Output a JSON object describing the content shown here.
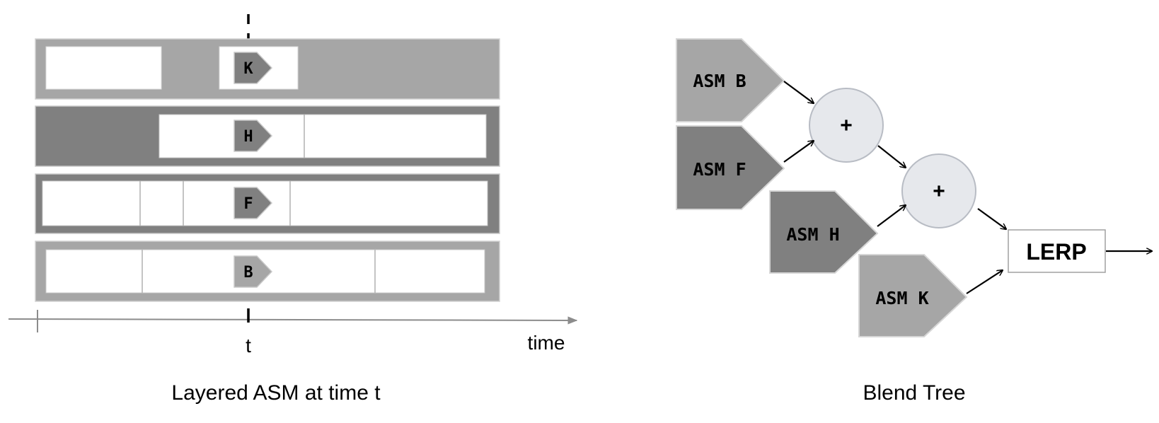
{
  "left": {
    "caption": "Layered ASM at time t",
    "time_marker_label": "t",
    "time_axis_label": "time",
    "layers": [
      {
        "marker": "K"
      },
      {
        "marker": "H"
      },
      {
        "marker": "F"
      },
      {
        "marker": "B"
      }
    ]
  },
  "right": {
    "caption": "Blend Tree",
    "inputs": [
      "ASM B",
      "ASM F",
      "ASM H",
      "ASM K"
    ],
    "operators": [
      "+",
      "+"
    ],
    "output": "LERP"
  },
  "colors": {
    "light_gray": "#a6a6a6",
    "dark_gray": "#808080",
    "node_fill": "#e6e8ec",
    "line": "#000000"
  }
}
